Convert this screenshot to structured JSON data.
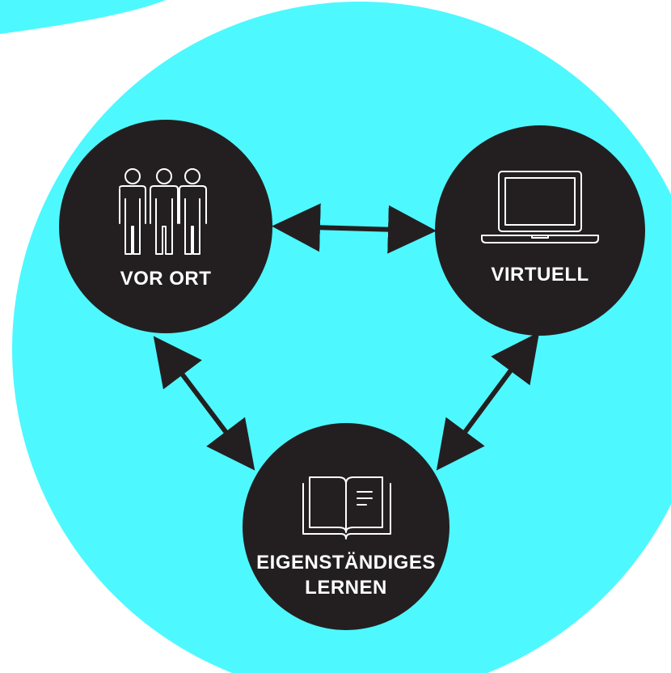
{
  "colors": {
    "background": "#ffffff",
    "accent_circle": "#4ef8ff",
    "node_fill": "#231f20",
    "node_text": "#ffffff",
    "arrow": "#231f20"
  },
  "nodes": {
    "onsite": {
      "label": "VOR ORT",
      "icon": "people-group-icon"
    },
    "virtual": {
      "label": "VIRTUELL",
      "icon": "laptop-icon"
    },
    "self_study": {
      "label_line1": "EIGENSTÄNDIGES",
      "label_line2": "LERNEN",
      "icon": "open-book-icon"
    }
  }
}
